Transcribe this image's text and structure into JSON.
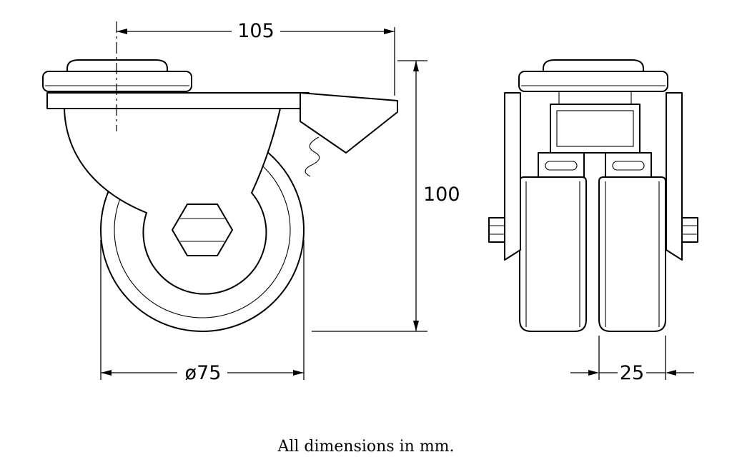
{
  "page": {
    "background": "#ffffff",
    "line_color": "#000000",
    "caption": "All dimensions in mm."
  },
  "drawing": {
    "subject": "swivel caster with brake, side view and twin-wheel front view",
    "views": {
      "side_view": {
        "dimensions": {
          "overall_length": "105",
          "overall_height": "100",
          "wheel_diameter": "ø75"
        }
      },
      "front_view": {
        "dimensions": {
          "wheel_width": "25"
        }
      }
    }
  }
}
